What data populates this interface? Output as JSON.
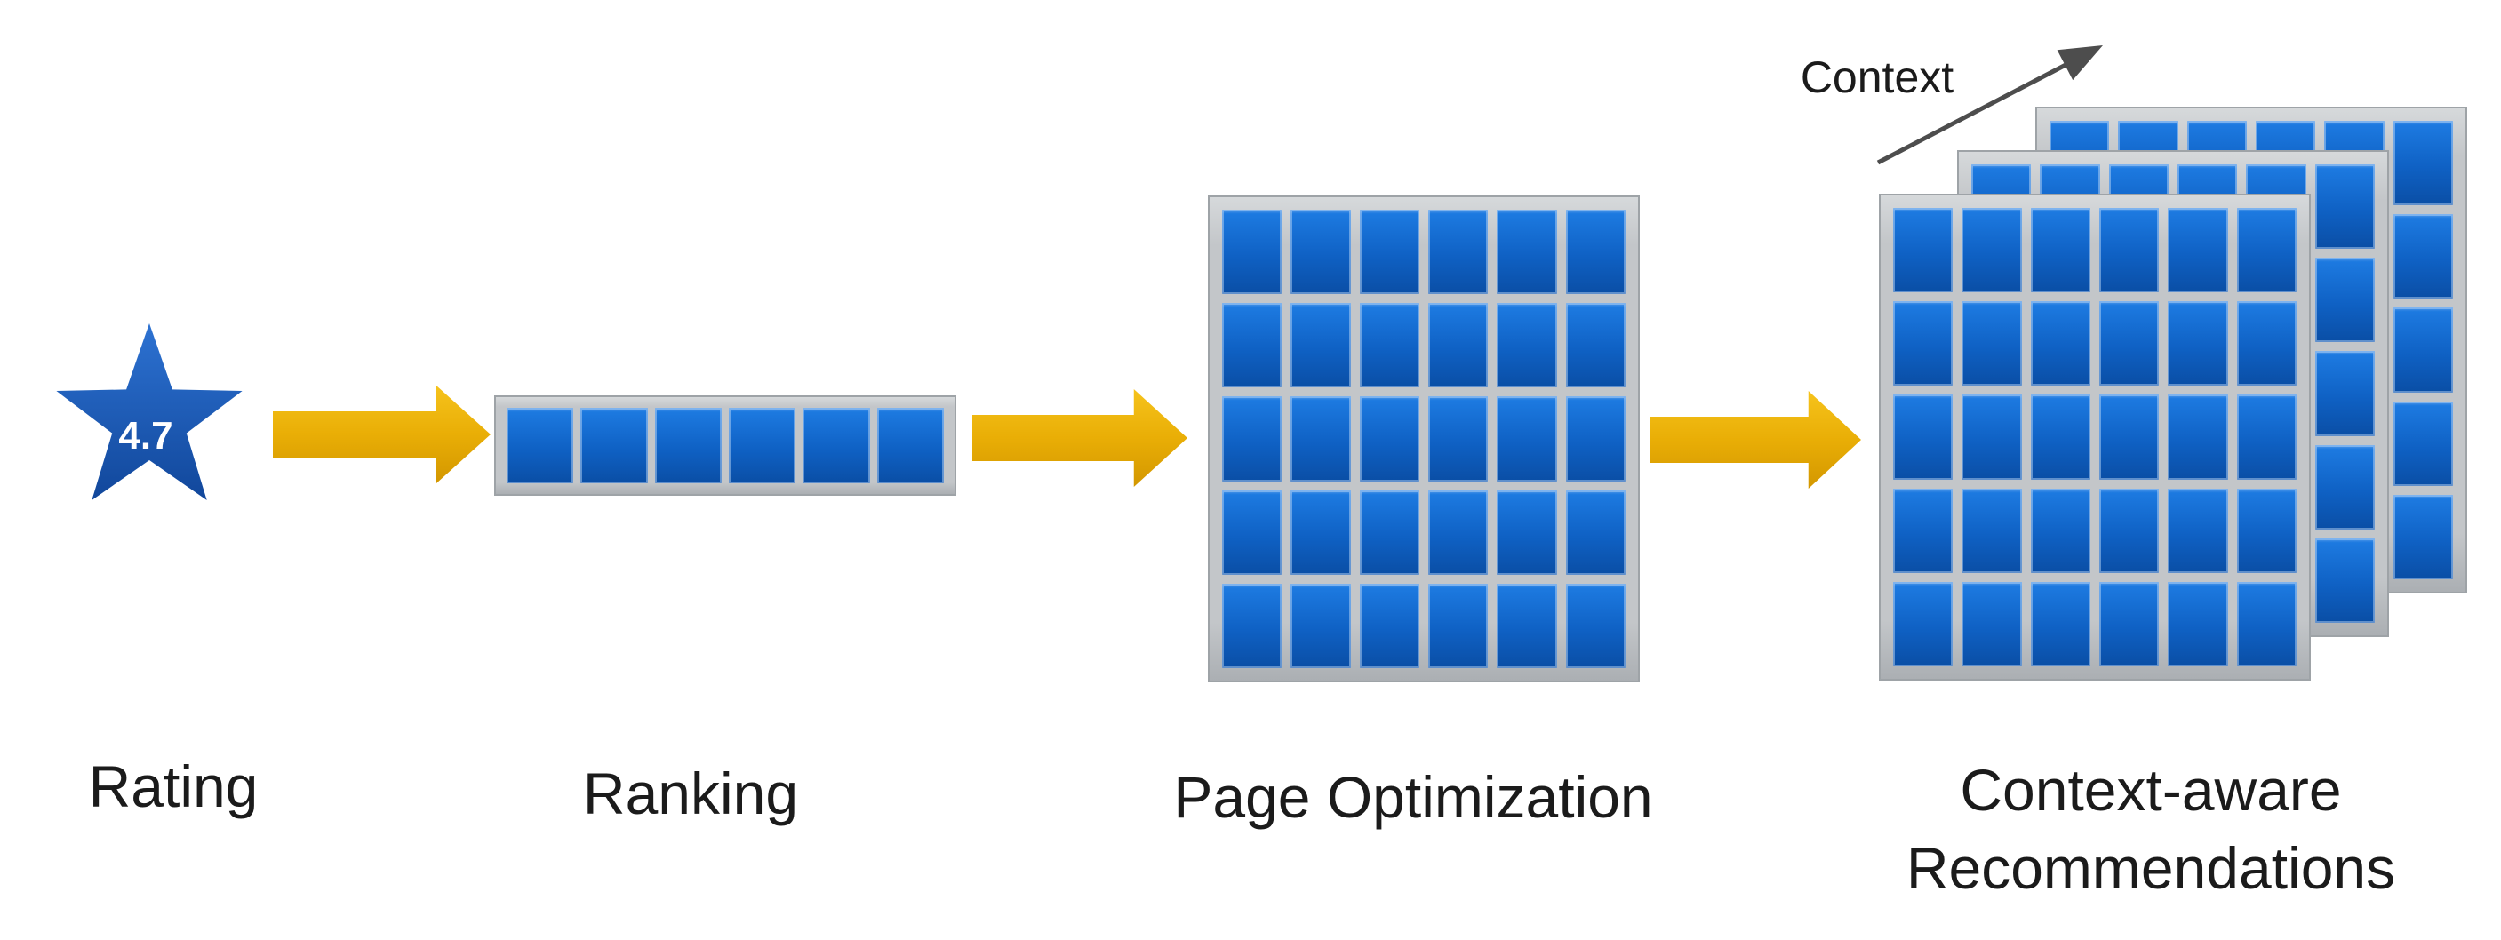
{
  "colors": {
    "background": "#FFFFFF",
    "blue_cell_top": "#1E7CE3",
    "blue_cell_mid": "#0F61C4",
    "blue_cell_bottom": "#0A4EA5",
    "frame_fill": "#C3C6C9",
    "frame_edge": "#9EA3A7",
    "gold_top": "#F6C31C",
    "gold_mid": "#E9AE06",
    "gold_bottom": "#D39700",
    "star_top": "#2D72D2",
    "star_bottom": "#11479B",
    "star_text": "#FFFFFF",
    "label_text": "#1B1B1B",
    "context_arrow": "#4D4D4D"
  },
  "stages": [
    {
      "name": "rating",
      "label": "Rating",
      "star_value": "4.7"
    },
    {
      "name": "ranking",
      "label": "Ranking",
      "cells": {
        "cols": 6,
        "rows": 1
      }
    },
    {
      "name": "page-optimization",
      "label": "Page Optimization",
      "cells": {
        "cols": 6,
        "rows": 5
      }
    },
    {
      "name": "context-aware-recommendations",
      "label_lines": [
        "Context-aware",
        "Recommendations"
      ],
      "context_label": "Context",
      "layers": 3,
      "cells": {
        "cols": 6,
        "rows": 5
      }
    }
  ]
}
